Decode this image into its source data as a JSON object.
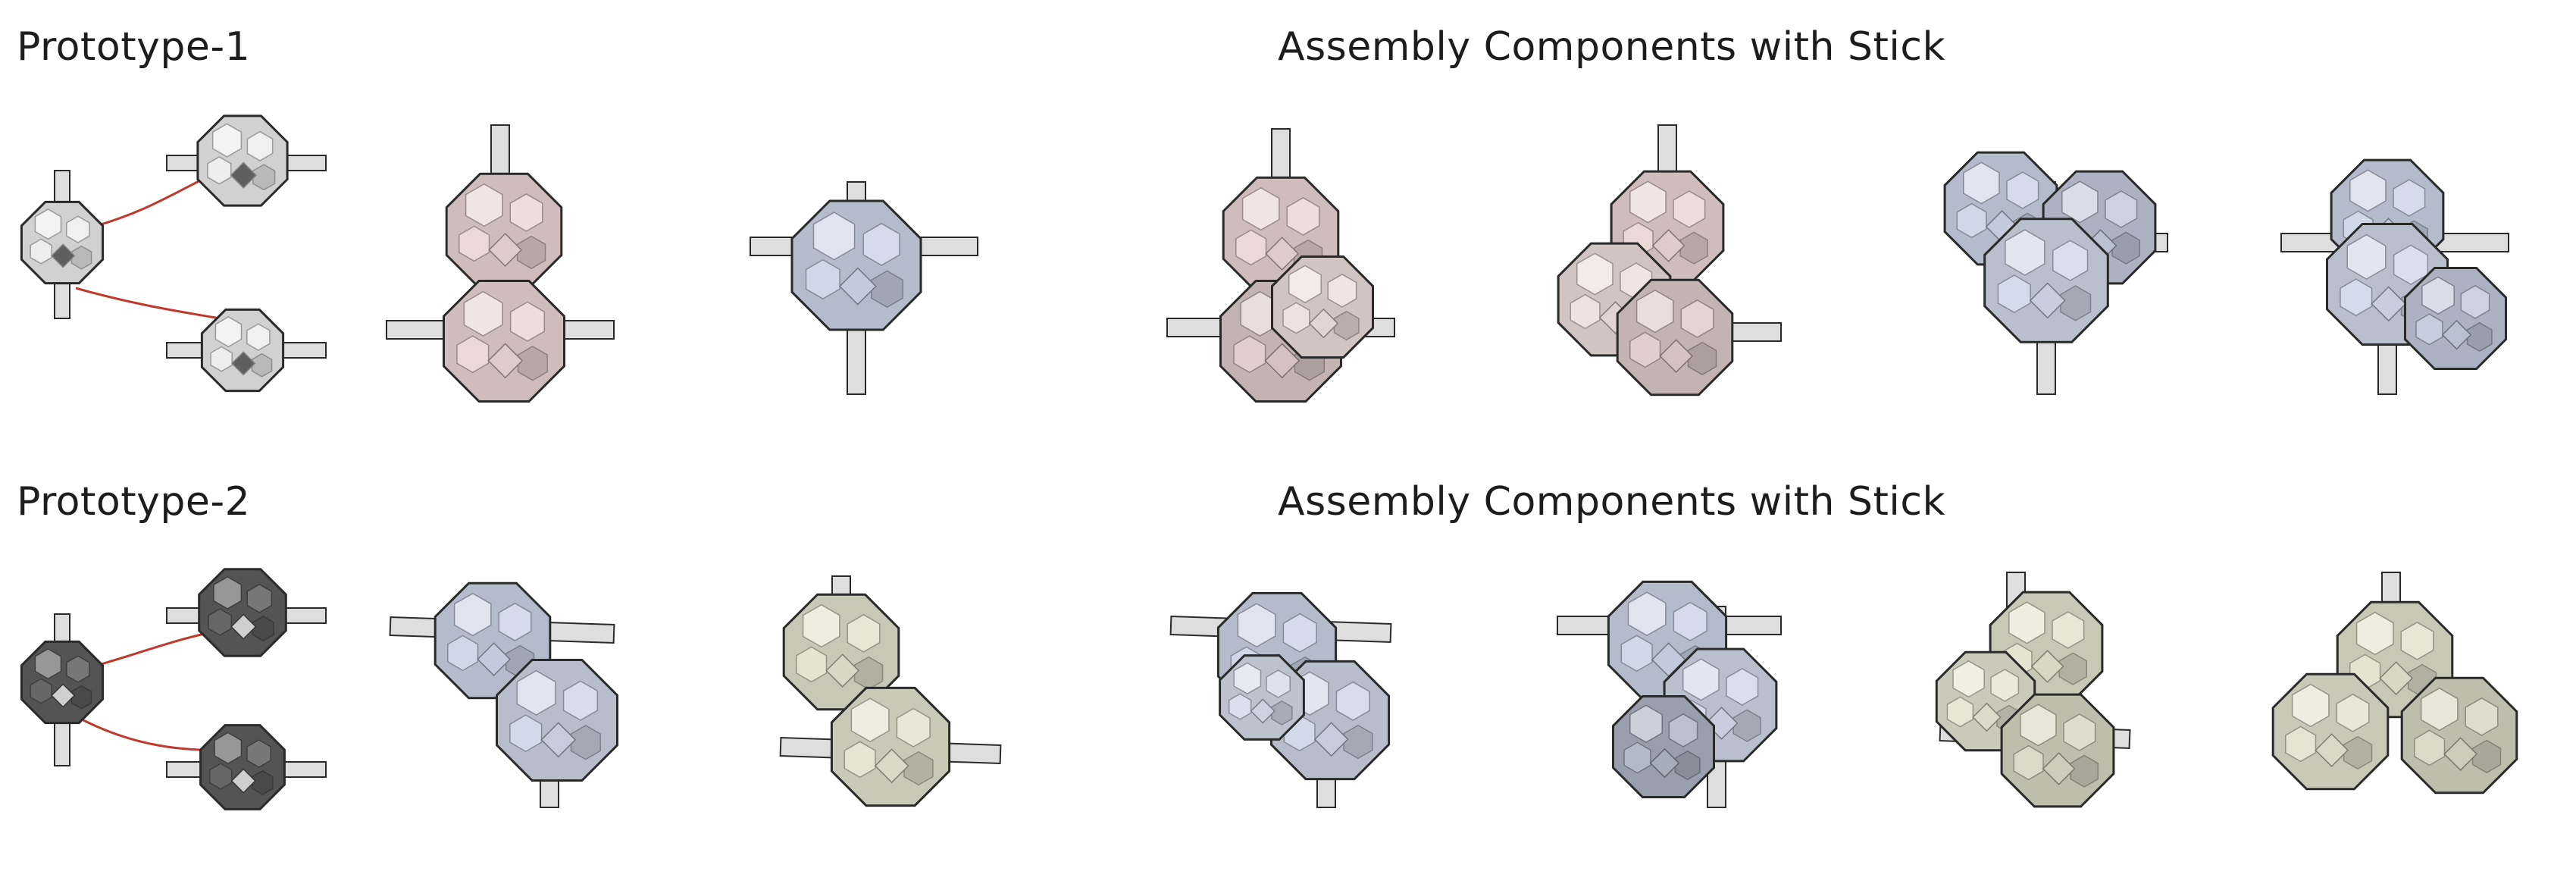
{
  "rows": [
    {
      "prototype_label": "Prototype-1",
      "assembly_label": "Assembly Components with Stick"
    },
    {
      "prototype_label": "Prototype-2",
      "assembly_label": "Assembly Components with Stick"
    }
  ],
  "colors": {
    "white_module": "#ededed",
    "dark_module": "#5f5f5f",
    "pink_module": "#ead7d6",
    "blue_module": "#cdd5e6",
    "cream_module": "#e3e3cf",
    "connector_line": "#c0392b",
    "stick": "#dedede",
    "outline": "#2a2a2a"
  },
  "icons": [
    "truncated-octahedron-module",
    "connector-stick"
  ]
}
